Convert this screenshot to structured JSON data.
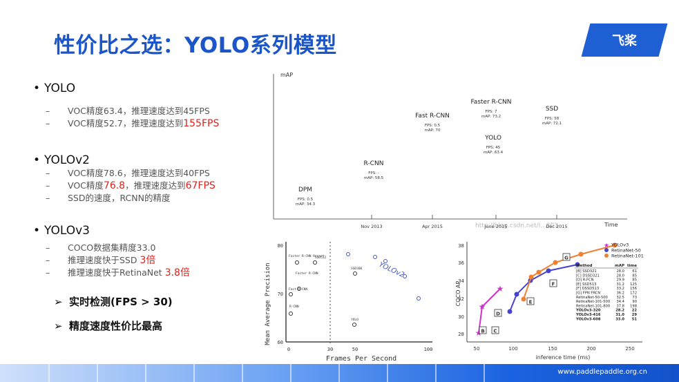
{
  "title": "性价比之选：YOLO系列模型",
  "logo": "飞桨",
  "sections": {
    "yolo": {
      "head": "YOLO",
      "items": [
        {
          "text": "VOC精度63.4，推理速度达到45FPS"
        },
        {
          "pre": "VOC精度52.7，推理速度达到",
          "red": "155FPS"
        }
      ]
    },
    "yolov2": {
      "head": "YOLOv2",
      "items": [
        {
          "text": "VOC精度78.6，推理速度达到40FPS"
        },
        {
          "pre": "VOC精度",
          "red": "76.8",
          "mid": "，推理速度达到",
          "red2": "67FPS"
        },
        {
          "text": "SSD的速度，RCNN的精度"
        }
      ]
    },
    "yolov3": {
      "head": "YOLOv3",
      "items": [
        {
          "text": "COCO数据集精度33.0"
        },
        {
          "pre": "推理速度快于SSD ",
          "red": "3倍"
        },
        {
          "pre": "推理速度快于RetinaNet ",
          "red": "3.8倍"
        }
      ]
    }
  },
  "highlights": [
    "实时检测(FPS > 30)",
    "精度速度性价比最高"
  ],
  "chart_data": [
    {
      "type": "scatter",
      "ylabel": "mAP",
      "xlabel": "Time",
      "x_ticks": [
        "Nov 2013",
        "Apr 2015",
        "June 2015",
        "Dec 2015"
      ],
      "watermark": "http://blog.csdn.net/l...803",
      "points": [
        {
          "name": "DPM",
          "fps": "FPS: 0.5",
          "map": "mAP: 34.3"
        },
        {
          "name": "R-CNN",
          "fps": "FPS: -",
          "map": "mAP: 58.5"
        },
        {
          "name": "Fast R-CNN",
          "fps": "FPS: 0.5",
          "map": "mAP: 70"
        },
        {
          "name": "Faster R-CNN",
          "fps": "FPS: 7",
          "map": "mAP: 73.2"
        },
        {
          "name": "YOLO",
          "fps": "FPS: 45",
          "map": "mAP: 63.4"
        },
        {
          "name": "SSD",
          "fps": "FPS: 58",
          "map": "mAP: 72.1"
        }
      ]
    },
    {
      "type": "scatter",
      "xlabel": "Frames Per Second",
      "ylabel": "Mean Average Precision",
      "x_ticks": [
        "0",
        "30",
        "50",
        "100"
      ],
      "y_ticks": [
        "80",
        "70",
        "60"
      ],
      "annotation": "YOLOv2",
      "labels": [
        "Faster R-CNN Resnet",
        "SSD512",
        "Faster R-CNN",
        "SSD300",
        "Fast R-CNN",
        "R-CNN",
        "YOLO"
      ]
    },
    {
      "type": "line",
      "xlabel": "inference time (ms)",
      "ylabel": "COCO AP",
      "x_ticks": [
        "50",
        "100",
        "150",
        "200",
        "250"
      ],
      "y_ticks": [
        "38",
        "36",
        "34",
        "32",
        "30",
        "28"
      ],
      "legend": [
        "YOLOv3",
        "RetinaNet-50",
        "RetinaNet-101"
      ],
      "colors": {
        "yolov3": "#cc33cc",
        "retina50": "#4444cc",
        "retina101": "#f08030"
      },
      "box_labels": [
        "B",
        "C",
        "D",
        "E",
        "F",
        "G"
      ],
      "table_header": [
        "Method",
        "mAP",
        "time"
      ],
      "table": [
        [
          "[B] SSD321",
          "28.0",
          "61"
        ],
        [
          "[C] DSSD321",
          "28.0",
          "85"
        ],
        [
          "[D] R-FCN",
          "29.9",
          "85"
        ],
        [
          "[E] SSD513",
          "31.2",
          "125"
        ],
        [
          "[F] DSSD513",
          "33.2",
          "156"
        ],
        [
          "[G] FPN FRCN",
          "36.2",
          "172"
        ],
        [
          "RetinaNet-50-500",
          "32.5",
          "73"
        ],
        [
          "RetinaNet-101-500",
          "34.4",
          "90"
        ],
        [
          "RetinaNet-101-800",
          "37.8",
          "198"
        ],
        [
          "YOLOv3-320",
          "28.2",
          "22"
        ],
        [
          "YOLOv3-416",
          "31.0",
          "29"
        ],
        [
          "YOLOv3-608",
          "33.0",
          "51"
        ]
      ]
    }
  ],
  "footer_url": "www.paddlepaddle.org.cn"
}
